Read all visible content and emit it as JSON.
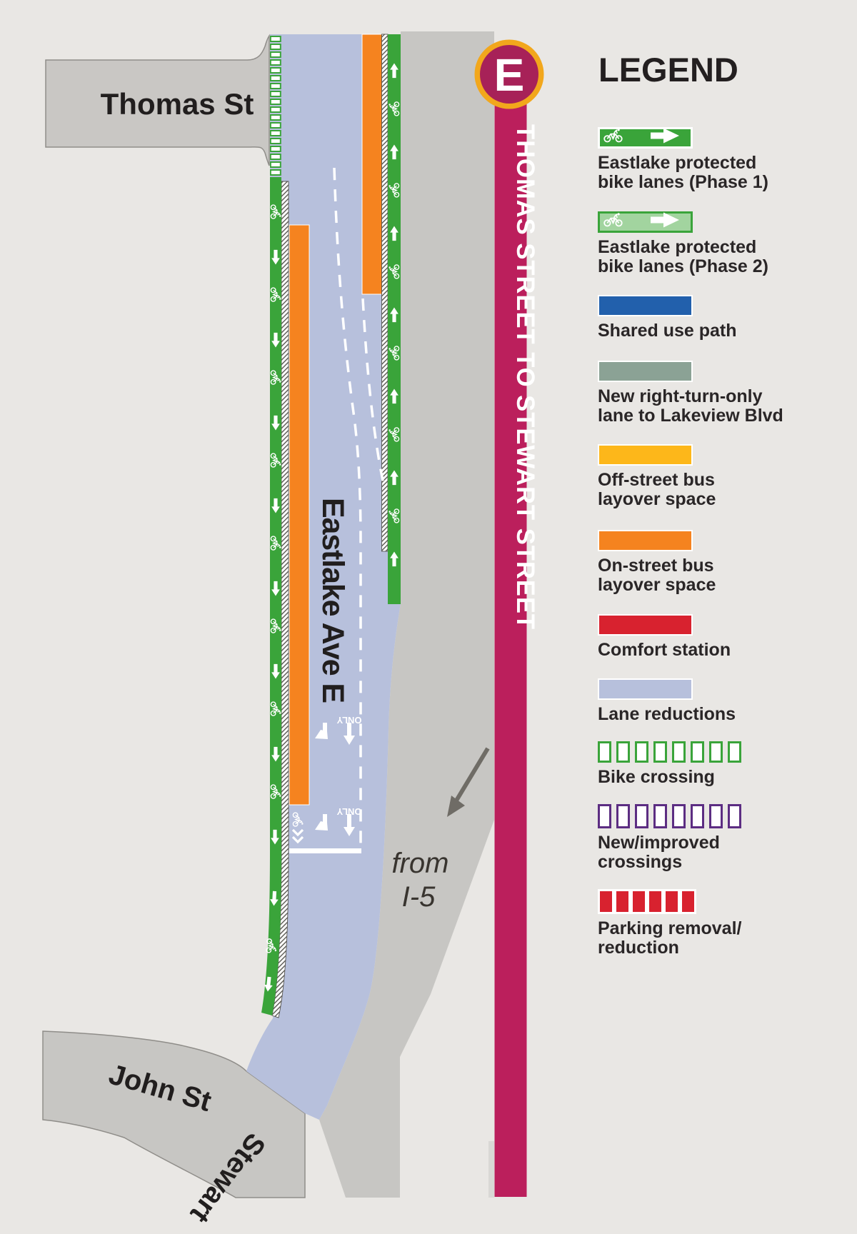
{
  "page": {
    "background_color": "#e9e7e4"
  },
  "route_badge": {
    "letter": "E",
    "circle_color": "#a72158",
    "ring_color": "#f2a71c"
  },
  "route_bar": {
    "title": "THOMAS STREET TO STEWART STREET",
    "color": "#bb1f5c"
  },
  "map": {
    "street_labels": {
      "thomas": "Thomas St",
      "eastlake": "Eastlake Ave E",
      "john": "John St",
      "stewart": "Stewart"
    },
    "annotations": {
      "from_i5_line1": "from",
      "from_i5_line2": "I-5",
      "pavement_only": "ONLY"
    },
    "colors": {
      "road_gray": "#c7c6c3",
      "lane_reduction_blue": "#b7c0dc",
      "bike_lane_green": "#3aa43a",
      "bus_layover_orange": "#f5831f",
      "buffer_hatch": "#5f5d58"
    }
  },
  "legend": {
    "title": "LEGEND",
    "items": [
      {
        "label": "Eastlake protected\nbike lanes (Phase 1)",
        "type": "phase1-swatch",
        "color": "#3aa43a"
      },
      {
        "label": "Eastlake protected\nbike lanes (Phase 2)",
        "type": "phase2-swatch",
        "color": "#a2d49f"
      },
      {
        "label": "Shared use path",
        "type": "solid-swatch",
        "color": "#2260ac"
      },
      {
        "label": "New right-turn-only\nlane to Lakeview Blvd",
        "type": "solid-swatch",
        "color": "#8ba295"
      },
      {
        "label": "Off-street bus\nlayover space",
        "type": "solid-swatch",
        "color": "#fdb71a"
      },
      {
        "label": "On-street bus\nlayover space",
        "type": "solid-swatch",
        "color": "#f5831f"
      },
      {
        "label": "Comfort station",
        "type": "solid-swatch",
        "color": "#d8222f"
      },
      {
        "label": "Lane reductions",
        "type": "solid-swatch",
        "color": "#b7c0dc"
      },
      {
        "label": "Bike crossing",
        "type": "outline-dashes",
        "color": "#3aa43a"
      },
      {
        "label": "New/improved\ncrossings",
        "type": "outline-dashes",
        "color": "#5c2d82"
      },
      {
        "label": "Parking removal/\nreduction",
        "type": "filled-dashes",
        "color": "#d8222f"
      }
    ]
  }
}
